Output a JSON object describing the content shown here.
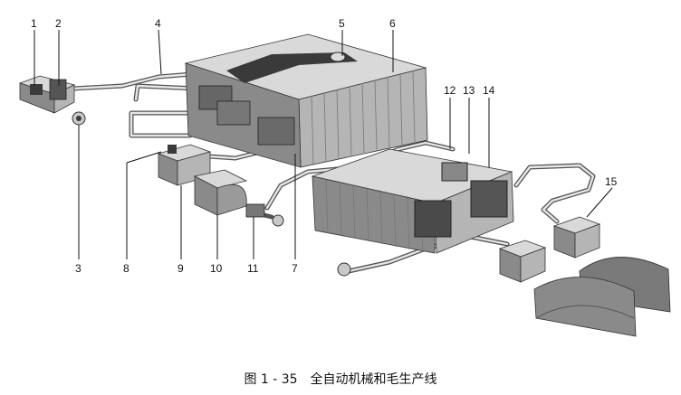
{
  "figure": {
    "caption": "图 1 - 35　全自动机械和毛生产线",
    "callouts": [
      "1",
      "2",
      "3",
      "4",
      "5",
      "6",
      "7",
      "8",
      "9",
      "10",
      "11",
      "12",
      "13",
      "14",
      "15"
    ]
  }
}
